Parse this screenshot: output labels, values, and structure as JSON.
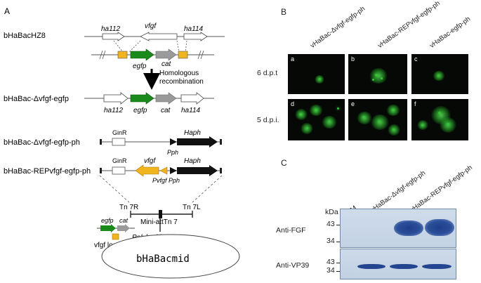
{
  "panels": {
    "a": "A",
    "b": "B",
    "c": "C"
  },
  "constructs": {
    "hz8": "bHaBacHZ8",
    "dvfgf_egfp": "bHaBac-Δvfgf-egfp",
    "dvfgf_egfp_ph": "bHaBac-Δvfgf-egfp-ph",
    "rep_vfgf_egfp_ph": "bHaBac-REPvfgf-egfp-ph"
  },
  "genes": {
    "ha112": "ha112",
    "vfgf": "vfgf",
    "ha114": "ha114",
    "egfp": "egfp",
    "cat": "cat",
    "ginr": "GinR",
    "haph": "Haph",
    "pph": "Pph",
    "pvfgf": "Pvfgf"
  },
  "arrow_label": [
    "Homologous",
    "recombination"
  ],
  "bacmid": {
    "tn7r": "Tn 7R",
    "tn7l": "Tn 7L",
    "mini_att": "Mini-attTn 7",
    "polyhedrin": "Polyhedrin locus",
    "vfgf_locus": "vfgf locus",
    "name": "bHaBacmid"
  },
  "micrographs": {
    "columns": [
      "vHaBac-Δvfgf-egfp-ph",
      "vHaBac-REPvfgf-egfp-ph",
      "vHaBac-egfp-ph"
    ],
    "rows": [
      "6 d.p.t",
      "5 d.p.i."
    ],
    "tiles": [
      "a",
      "b",
      "c",
      "d",
      "e",
      "f"
    ]
  },
  "western": {
    "lanes": [
      "M",
      "vHaBac-Δvfgf-egfp-ph",
      "vHaBac-REPvfgf-egfp-ph"
    ],
    "kda": "kDa",
    "markers_top": [
      "43",
      "34"
    ],
    "markers_bottom": [
      "43",
      "34"
    ],
    "anti_fgf": "Anti-FGF",
    "anti_vp39": "Anti-VP39"
  },
  "colors": {
    "egfp": "#1a8a1a",
    "cat": "#9a9a9a",
    "vfgf_rep": "#f0b41e",
    "homology": "#f0b41e",
    "haph": "#111111",
    "blot": "#c8d6e6",
    "fluorescence": "#36c236"
  }
}
